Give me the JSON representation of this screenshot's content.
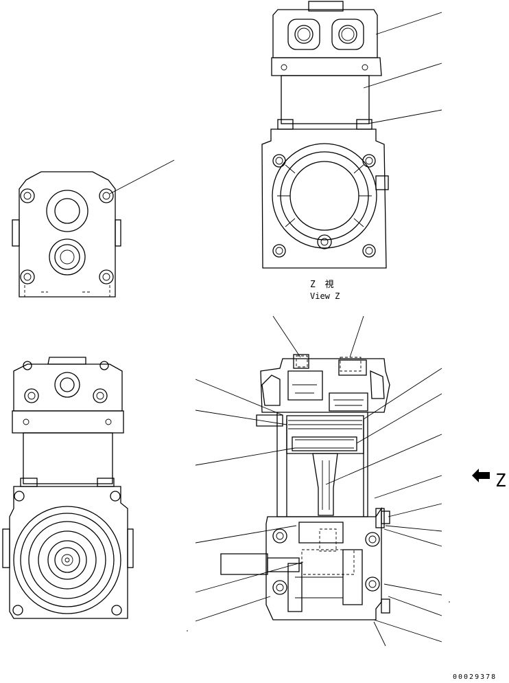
{
  "view_label_jp": "Z 視",
  "view_label_en": "View Z",
  "arrow_label": "Z",
  "drawing_number": "00029378"
}
